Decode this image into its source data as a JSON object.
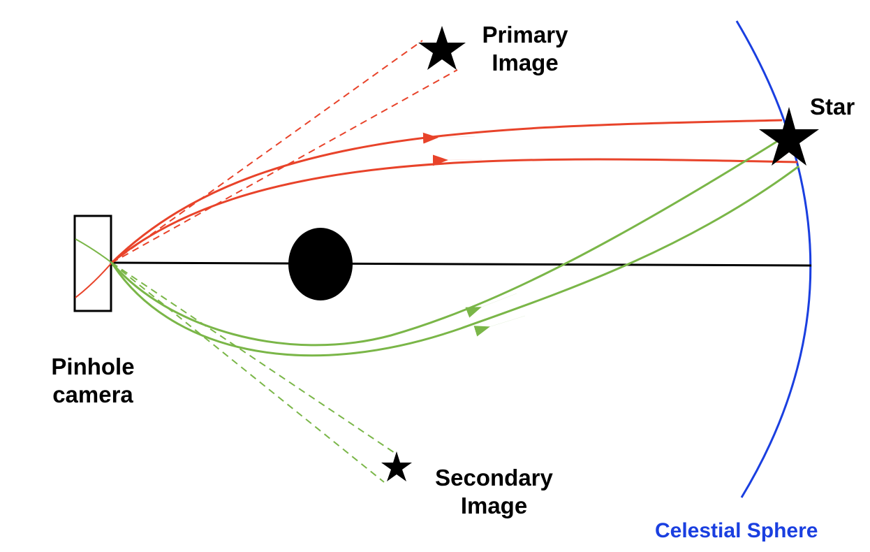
{
  "labels": {
    "primary_image_line1": "Primary",
    "primary_image_line2": "Image",
    "star": "Star",
    "pinhole_line1": "Pinhole",
    "pinhole_line2": "camera",
    "secondary_image_line1": "Secondary",
    "secondary_image_line2": "Image",
    "celestial_sphere": "Celestial Sphere"
  },
  "colors": {
    "primary_rays": "#e8432a",
    "secondary_rays": "#7ab648",
    "celestial_sphere": "#1a3fe0",
    "star_marker": "#000000",
    "lens_mass": "#000000",
    "optical_axis": "#000000"
  },
  "icons": {
    "star": "five-point-star",
    "primary_image": "five-point-star",
    "secondary_image": "five-point-star"
  }
}
